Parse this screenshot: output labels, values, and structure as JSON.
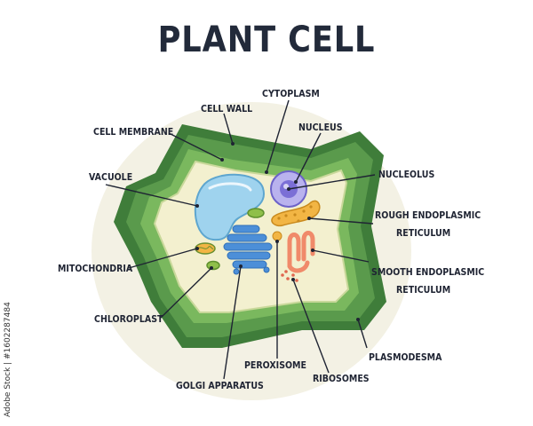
{
  "title": "PLANT CELL",
  "labels": {
    "cell_wall": "CELL WALL",
    "cytoplasm": "CYTOPLASM",
    "nucleus": "NUCLEUS",
    "cell_membrane": "CELL MEMBRANE",
    "vacuole": "VACUOLE",
    "nucleolus": "NUCLEOLUS",
    "rough_er_1": "ROUGH ENDOPLASMIC",
    "rough_er_2": "RETICULUM",
    "mitochondria": "MITOCHONDRIA",
    "smooth_er_1": "SMOOTH ENDOPLASMIC",
    "smooth_er_2": "RETICULUM",
    "chloroplast": "CHLOROPLAST",
    "plasmodesma": "PLASMODESMA",
    "peroxisome": "PEROXISOME",
    "ribosomes": "RIBOSOMES",
    "golgi": "GOLGI APPARATUS"
  },
  "watermark": "Adobe Stock | #1602287484",
  "colors": {
    "wall_dark": "#3f7d3a",
    "wall_mid": "#5a9a4c",
    "wall_light": "#7ab85e",
    "cytoplasm": "#f3f0cf",
    "vacuole": "#9fd3ee",
    "nucleus": "#7b6fd6",
    "golgi": "#4c8fd8",
    "rough_er": "#f2b544",
    "smooth_er": "#f08a6a",
    "text": "#1f2433",
    "backdrop": "#f3f1e4"
  }
}
